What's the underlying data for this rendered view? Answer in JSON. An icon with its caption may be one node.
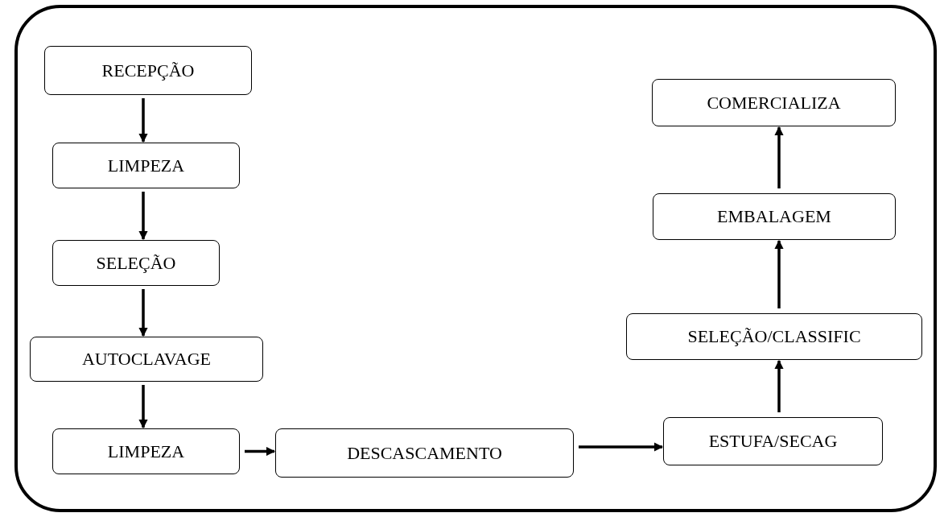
{
  "diagram": {
    "nodes": [
      {
        "text": [
          "RECEPÇÃO"
        ]
      },
      {
        "text": [
          "LIMPEZA"
        ]
      },
      {
        "text": [
          "SELEÇÃO"
        ]
      },
      {
        "text": [
          "AUTOCLAVAGE"
        ]
      },
      {
        "text": [
          "LIMPEZA"
        ]
      },
      {
        "text": [
          "DESCASCAMENTO"
        ]
      },
      {
        "text": [
          "ESTUFA/SECAG"
        ]
      },
      {
        "text": [
          "SELEÇÃO/CLASSIFIC"
        ]
      },
      {
        "text": [
          "EMBALAGEM"
        ]
      },
      {
        "text": [
          "COMERCIALIZA"
        ]
      }
    ],
    "edges": [
      {
        "from": 0,
        "to": 1,
        "arrow": "to"
      },
      {
        "from": 1,
        "to": 2,
        "arrow": "to"
      },
      {
        "from": 2,
        "to": 3,
        "arrow": "to"
      },
      {
        "from": 3,
        "to": 4,
        "arrow": "to"
      },
      {
        "from": 4,
        "to": 5,
        "arrow": "to"
      },
      {
        "from": 5,
        "to": 6,
        "arrow": "to"
      },
      {
        "from": 6,
        "to": 7,
        "arrow": "to"
      },
      {
        "from": 7,
        "to": 8,
        "arrow": "to"
      },
      {
        "from": 8,
        "to": 9,
        "arrow": "to"
      }
    ]
  }
}
